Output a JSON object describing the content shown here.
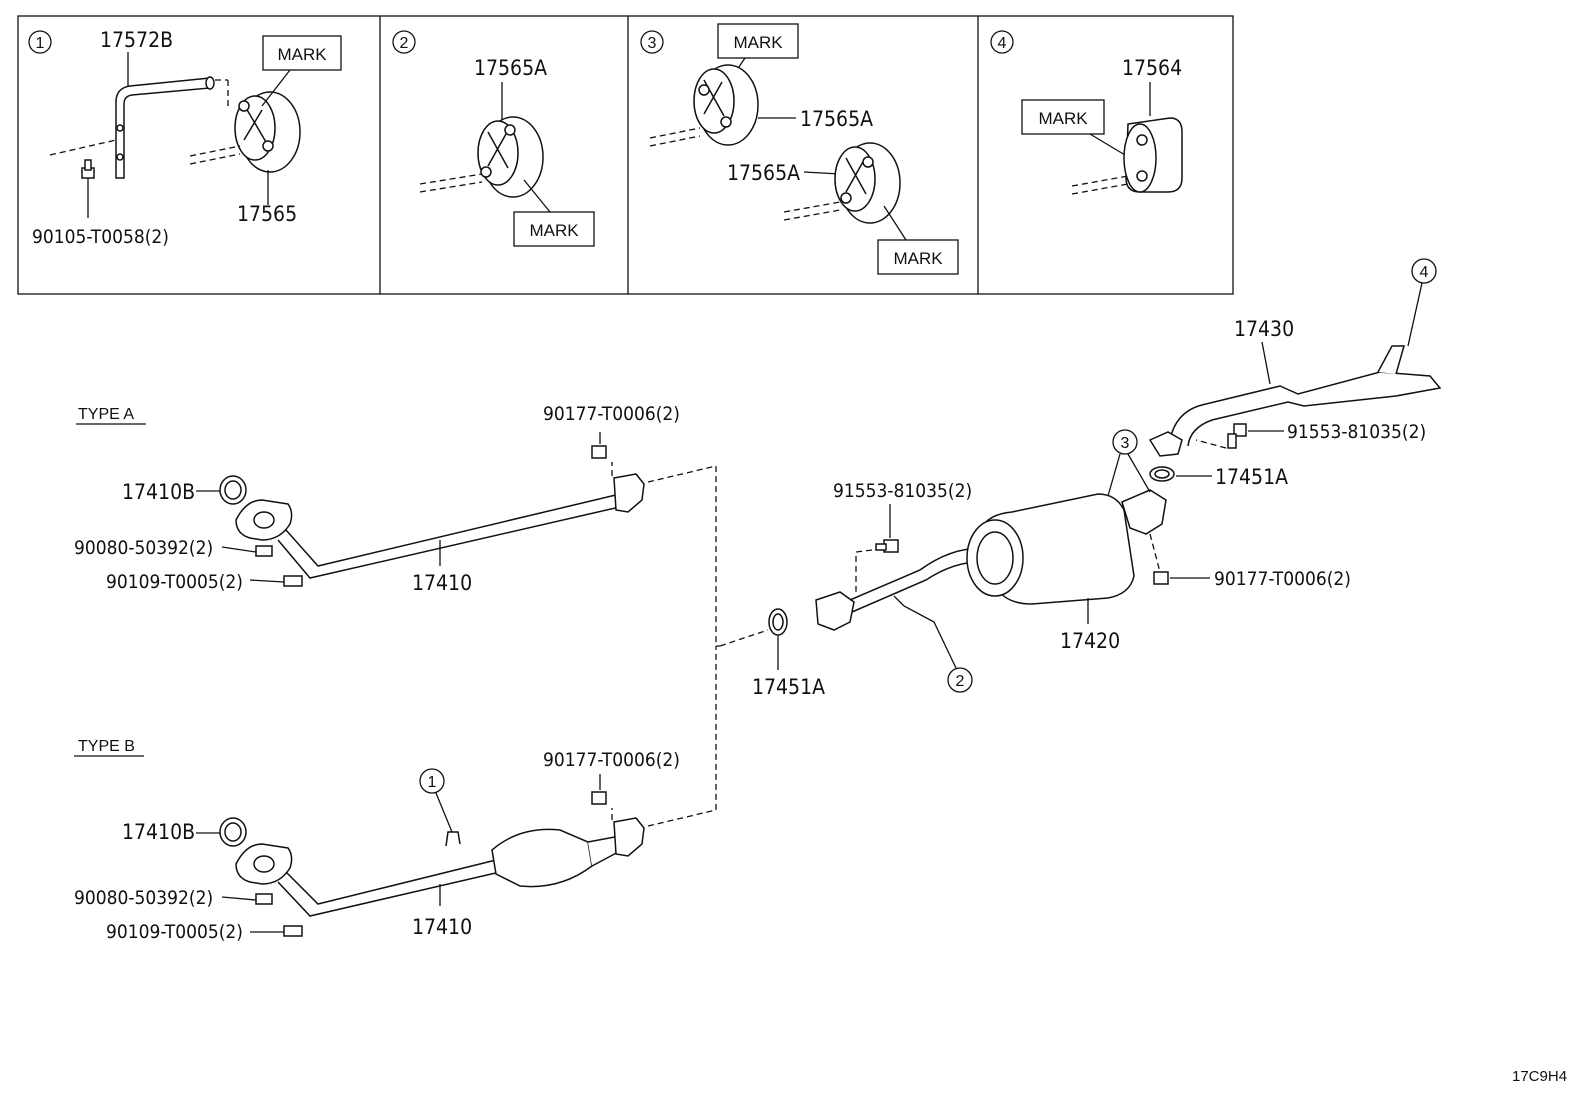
{
  "inset_panels": [
    {
      "number": "1",
      "part_top": "17572B",
      "part_bottom": "17565",
      "bolt": "90105-T0058(2)",
      "mark": "MARK"
    },
    {
      "number": "2",
      "part": "17565A",
      "mark": "MARK"
    },
    {
      "number": "3",
      "part_a": "17565A",
      "part_b": "17565A",
      "mark_a": "MARK",
      "mark_b": "MARK"
    },
    {
      "number": "4",
      "part": "17564",
      "mark": "MARK"
    }
  ],
  "type_a": {
    "label": "TYPE A",
    "gasket": "17410B",
    "stud": "90080-50392(2)",
    "bolt": "90109-T0005(2)",
    "pipe": "17410",
    "nut": "90177-T0006(2)"
  },
  "type_b": {
    "label": "TYPE B",
    "gasket": "17410B",
    "stud": "90080-50392(2)",
    "bolt": "90109-T0005(2)",
    "pipe": "17410",
    "nut": "90177-T0006(2)",
    "callout": "1"
  },
  "center": {
    "gasket": "17451A"
  },
  "muffler_assy": {
    "bolt": "91553-81035(2)",
    "muffler": "17420",
    "nut": "90177-T0006(2)",
    "callout_hanger": "2",
    "callout_bracket": "3"
  },
  "tail_pipe": {
    "pipe": "17430",
    "bolt": "91553-81035(2)",
    "gasket": "17451A",
    "callout": "4"
  },
  "diagram_ref": "17C9H4"
}
